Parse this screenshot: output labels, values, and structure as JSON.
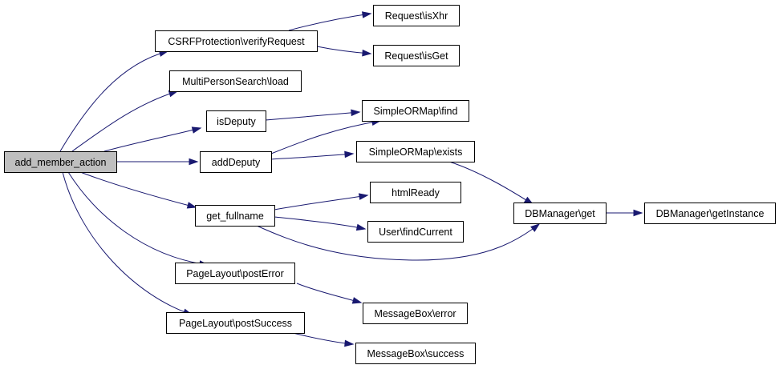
{
  "diagram": {
    "edge_color": "#191970",
    "root_fill": "#bfbfbf",
    "nodes": [
      {
        "id": "n0",
        "label": "add_member_action",
        "root": true
      },
      {
        "id": "n1",
        "label": "CSRFProtection\\verifyRequest"
      },
      {
        "id": "n2",
        "label": "MultiPersonSearch\\load"
      },
      {
        "id": "n3",
        "label": "isDeputy"
      },
      {
        "id": "n4",
        "label": "addDeputy"
      },
      {
        "id": "n5",
        "label": "get_fullname"
      },
      {
        "id": "n6",
        "label": "PageLayout\\postError"
      },
      {
        "id": "n7",
        "label": "PageLayout\\postSuccess"
      },
      {
        "id": "n8",
        "label": "Request\\isXhr"
      },
      {
        "id": "n9",
        "label": "Request\\isGet"
      },
      {
        "id": "n10",
        "label": "SimpleORMap\\find"
      },
      {
        "id": "n11",
        "label": "SimpleORMap\\exists"
      },
      {
        "id": "n12",
        "label": "htmlReady"
      },
      {
        "id": "n13",
        "label": "User\\findCurrent"
      },
      {
        "id": "n14",
        "label": "DBManager\\get"
      },
      {
        "id": "n15",
        "label": "DBManager\\getInstance"
      },
      {
        "id": "n16",
        "label": "MessageBox\\error"
      },
      {
        "id": "n17",
        "label": "MessageBox\\success"
      }
    ],
    "edges": [
      {
        "from": "n0",
        "to": "n1"
      },
      {
        "from": "n0",
        "to": "n2"
      },
      {
        "from": "n0",
        "to": "n3"
      },
      {
        "from": "n0",
        "to": "n4"
      },
      {
        "from": "n0",
        "to": "n5"
      },
      {
        "from": "n0",
        "to": "n6"
      },
      {
        "from": "n0",
        "to": "n7"
      },
      {
        "from": "n1",
        "to": "n8"
      },
      {
        "from": "n1",
        "to": "n9"
      },
      {
        "from": "n3",
        "to": "n10"
      },
      {
        "from": "n4",
        "to": "n10"
      },
      {
        "from": "n4",
        "to": "n11"
      },
      {
        "from": "n11",
        "to": "n14"
      },
      {
        "from": "n5",
        "to": "n12"
      },
      {
        "from": "n5",
        "to": "n13"
      },
      {
        "from": "n5",
        "to": "n14"
      },
      {
        "from": "n14",
        "to": "n15"
      },
      {
        "from": "n6",
        "to": "n16"
      },
      {
        "from": "n7",
        "to": "n17"
      }
    ]
  }
}
